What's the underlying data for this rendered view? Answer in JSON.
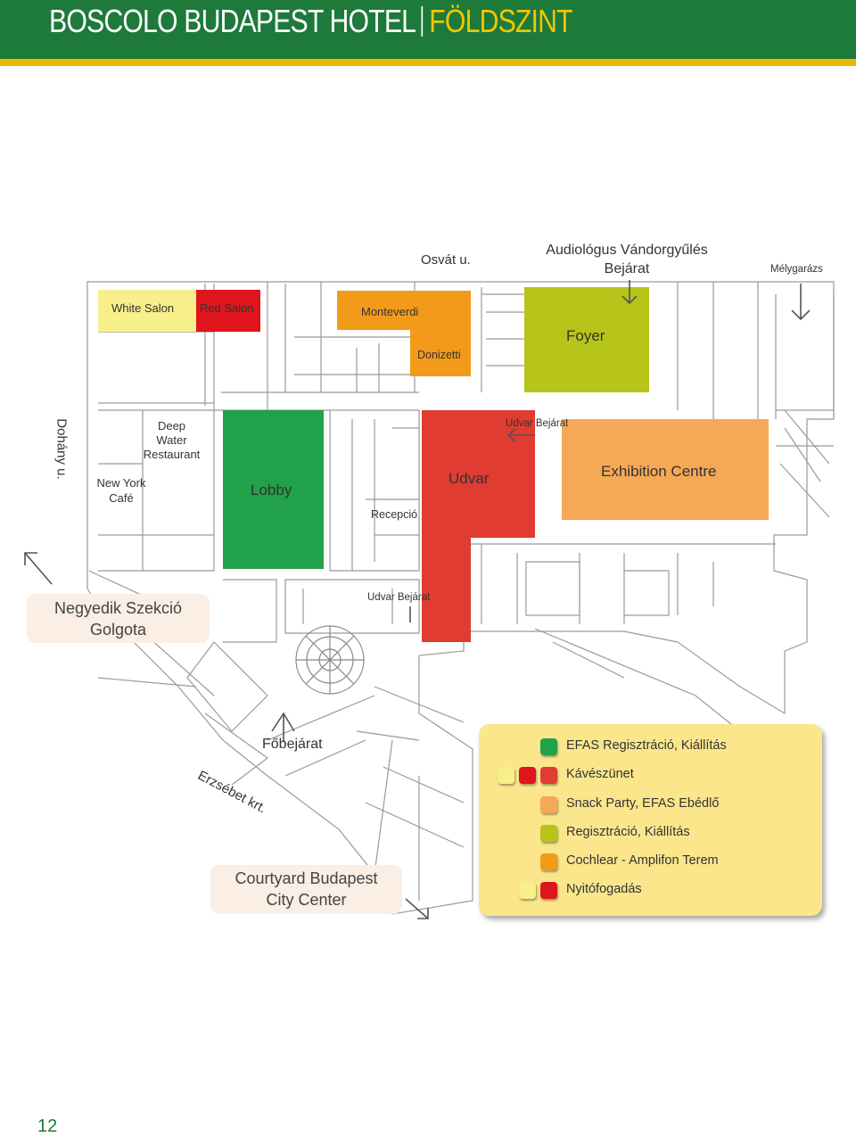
{
  "header": {
    "title": "BOSCOLO BUDAPEST HOTEL",
    "subtitle": "FÖLDSZINT"
  },
  "colors": {
    "green": "#1d7a3a",
    "gold": "#e6b800",
    "room_green": "#21a14a",
    "room_red": "#e03c31",
    "room_orange": "#f39a1a",
    "room_lightorange": "#f5a855",
    "room_lime": "#b7c41a",
    "room_yellow": "#f7ef8a",
    "room_darkred": "#e0141c",
    "legend_bg": "#fbe68c"
  },
  "streets": {
    "top": "Osvát u.",
    "left": "Dohány u.",
    "bottom": "Erzsébet krt."
  },
  "entrances": {
    "audiologus": [
      "Audiológus Vándorgyűlés",
      "Bejárat"
    ],
    "parking": "Mélygarázs",
    "udvar_top": "Udvar Bejárat",
    "udvar_bottom": "Udvar Bejárat",
    "main": "Főbejárat"
  },
  "rooms": {
    "white_salon": "White Salon",
    "red_salon": "Red Salon",
    "monteverdi": "Monteverdi",
    "donizetti": "Donizetti",
    "foyer": "Foyer",
    "deep_water": [
      "Deep",
      "Water",
      "Restaurant"
    ],
    "new_york": [
      "New York",
      "Café"
    ],
    "lobby": "Lobby",
    "recepcio": "Recepció",
    "udvar": "Udvar",
    "exhibition": "Exhibition Centre"
  },
  "places": {
    "negyedik": [
      "Negyedik Szekció",
      "Golgota"
    ],
    "courtyard": [
      "Courtyard Budapest",
      "City Center"
    ]
  },
  "legend": [
    {
      "text": "EFAS Regisztráció, Kiállítás",
      "swatches": [
        "#21a14a"
      ]
    },
    {
      "text": "Kávészünet",
      "swatches": [
        "#f7ef8a",
        "#e0141c",
        "#e03c31"
      ]
    },
    {
      "text": "Snack Party, EFAS Ebédlő",
      "swatches": [
        "#f5a855"
      ]
    },
    {
      "text": "Regisztráció, Kiállítás",
      "swatches": [
        "#b7c41a"
      ]
    },
    {
      "text": "Cochlear - Amplifon Terem",
      "swatches": [
        "#f39a1a"
      ]
    },
    {
      "text": "Nyitófogadás",
      "swatches": [
        "#f7ef8a",
        "#e0141c"
      ]
    }
  ],
  "page_number": "12"
}
